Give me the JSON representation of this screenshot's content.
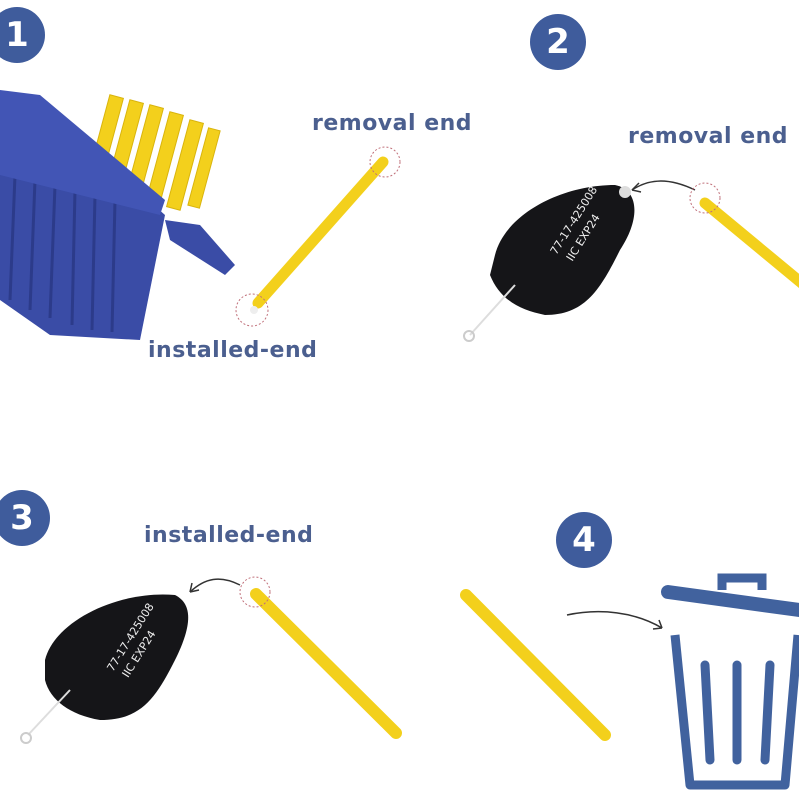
{
  "steps": [
    {
      "number": "1"
    },
    {
      "number": "2"
    },
    {
      "number": "3"
    },
    {
      "number": "4"
    }
  ],
  "labels": {
    "step1_removal": "removal end",
    "step1_installed": "installed-end",
    "step2_removal": "removal end",
    "step3_installed": "installed-end"
  },
  "device_print": {
    "line1": "77-17-425008",
    "line2": "IIC EXP24"
  },
  "colors": {
    "badge": "#3f5c9c",
    "label_text": "#4b5f8f",
    "stick_yellow": "#f3d01c",
    "organizer_blue": "#3a4ca6",
    "device_black": "#151518",
    "trash_blue": "#41629e"
  }
}
